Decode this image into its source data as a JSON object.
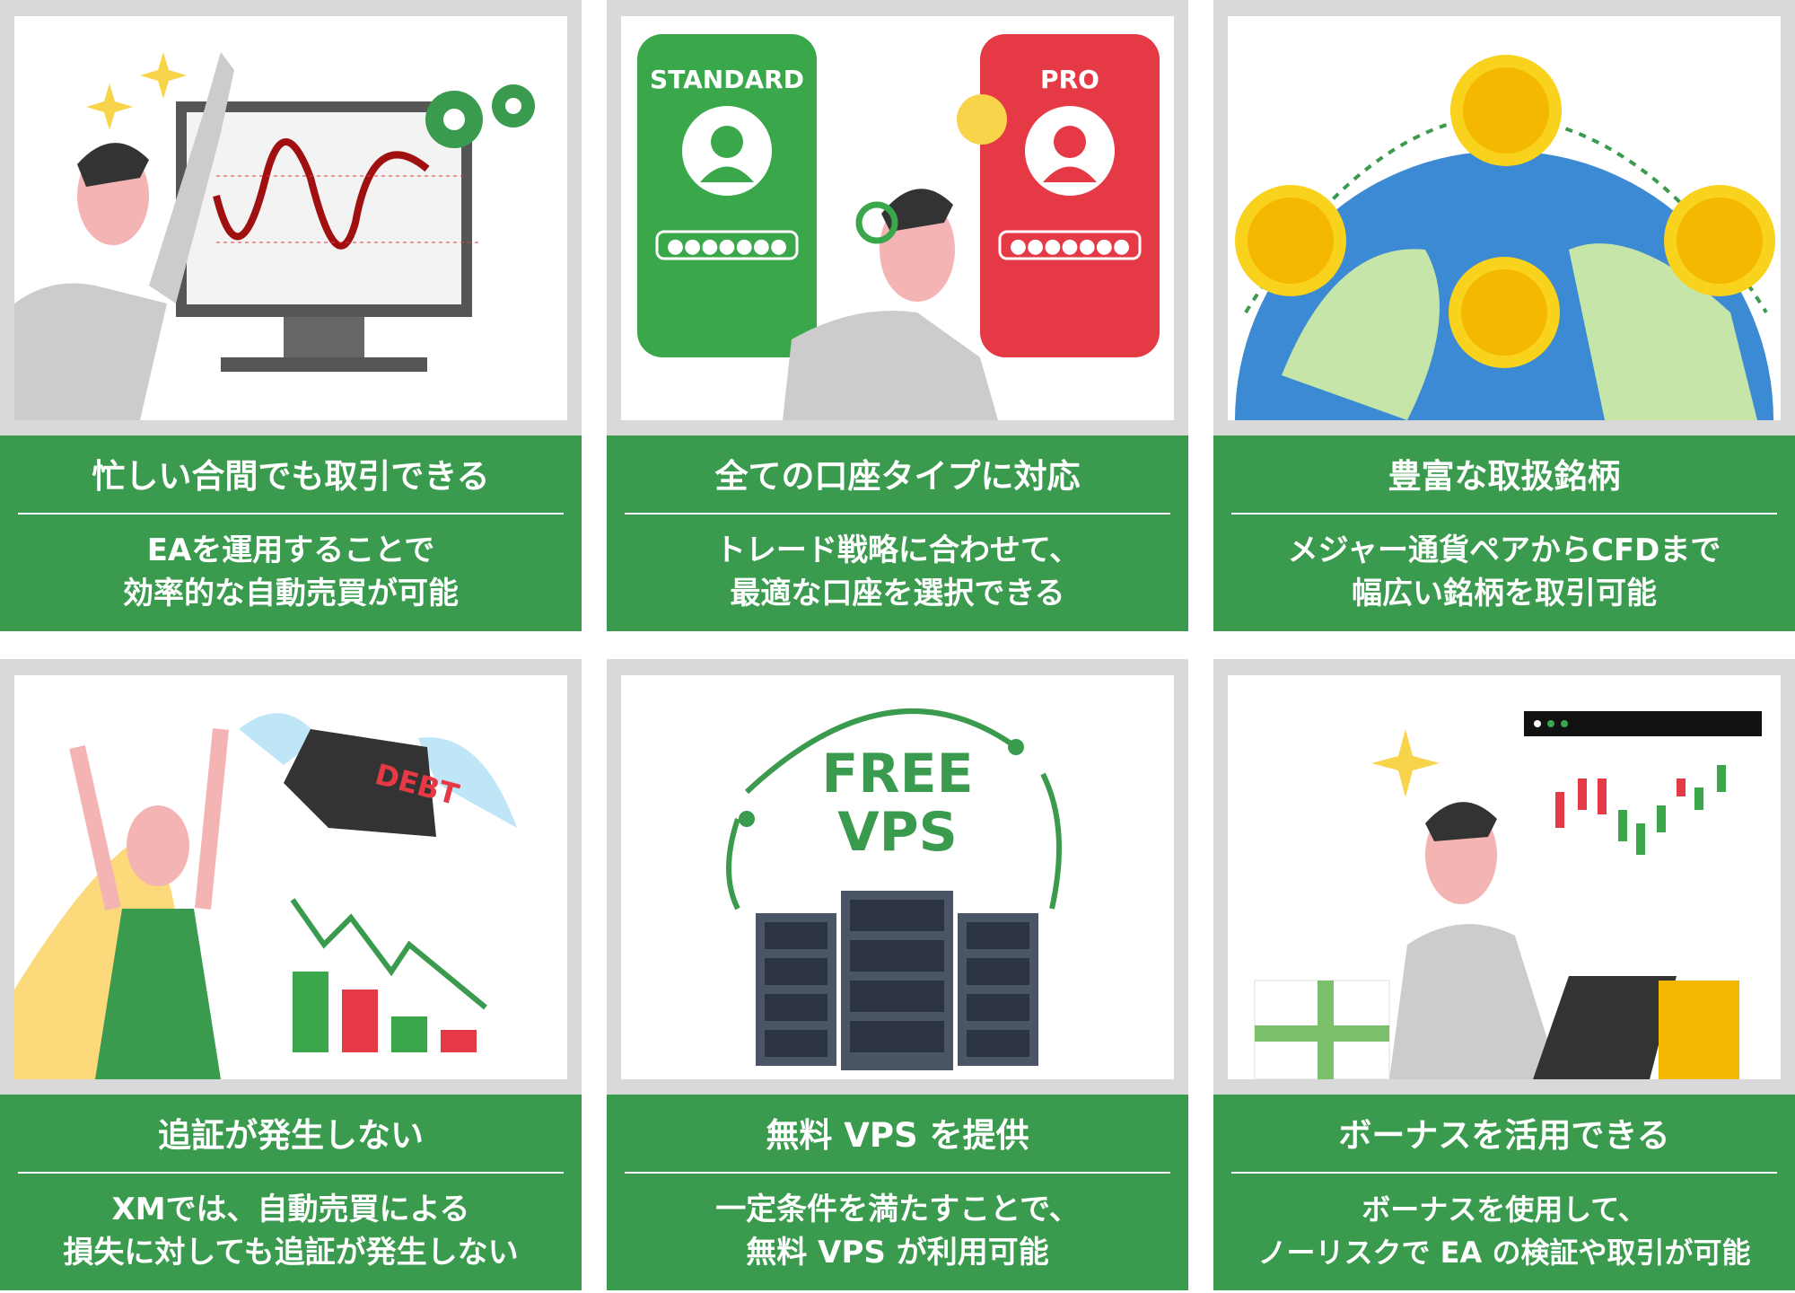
{
  "colors": {
    "green": "#3a9a4d",
    "frame": "#d9d9d9",
    "red": "#e63946"
  },
  "cards": [
    {
      "title": "忙しい合間でも取引できる",
      "desc1": "EAを運用することで",
      "desc2": "効率的な自動売買が可能"
    },
    {
      "title": "全ての口座タイプに対応",
      "desc1": "トレード戦略に合わせて、",
      "desc2": "最適な口座を選択できる",
      "standard": "STANDARD",
      "pro": "PRO"
    },
    {
      "title": "豊富な取扱銘柄",
      "desc1": "メジャー通貨ペアからCFDまで",
      "desc2": "幅広い銘柄を取引可能"
    },
    {
      "title": "追証が発生しない",
      "desc1": "XMでは、自動売買による",
      "desc2": "損失に対しても追証が発生しない",
      "debt": "DEBT"
    },
    {
      "title": "無料 VPS を提供",
      "desc1": "一定条件を満たすことで、",
      "desc2": "無料 VPS が利用可能",
      "free": "FREE",
      "vps": "VPS"
    },
    {
      "title": "ボーナスを活用できる",
      "desc1": "ボーナスを使用して、",
      "desc2": "ノーリスクで EA の検証や取引が可能"
    }
  ]
}
